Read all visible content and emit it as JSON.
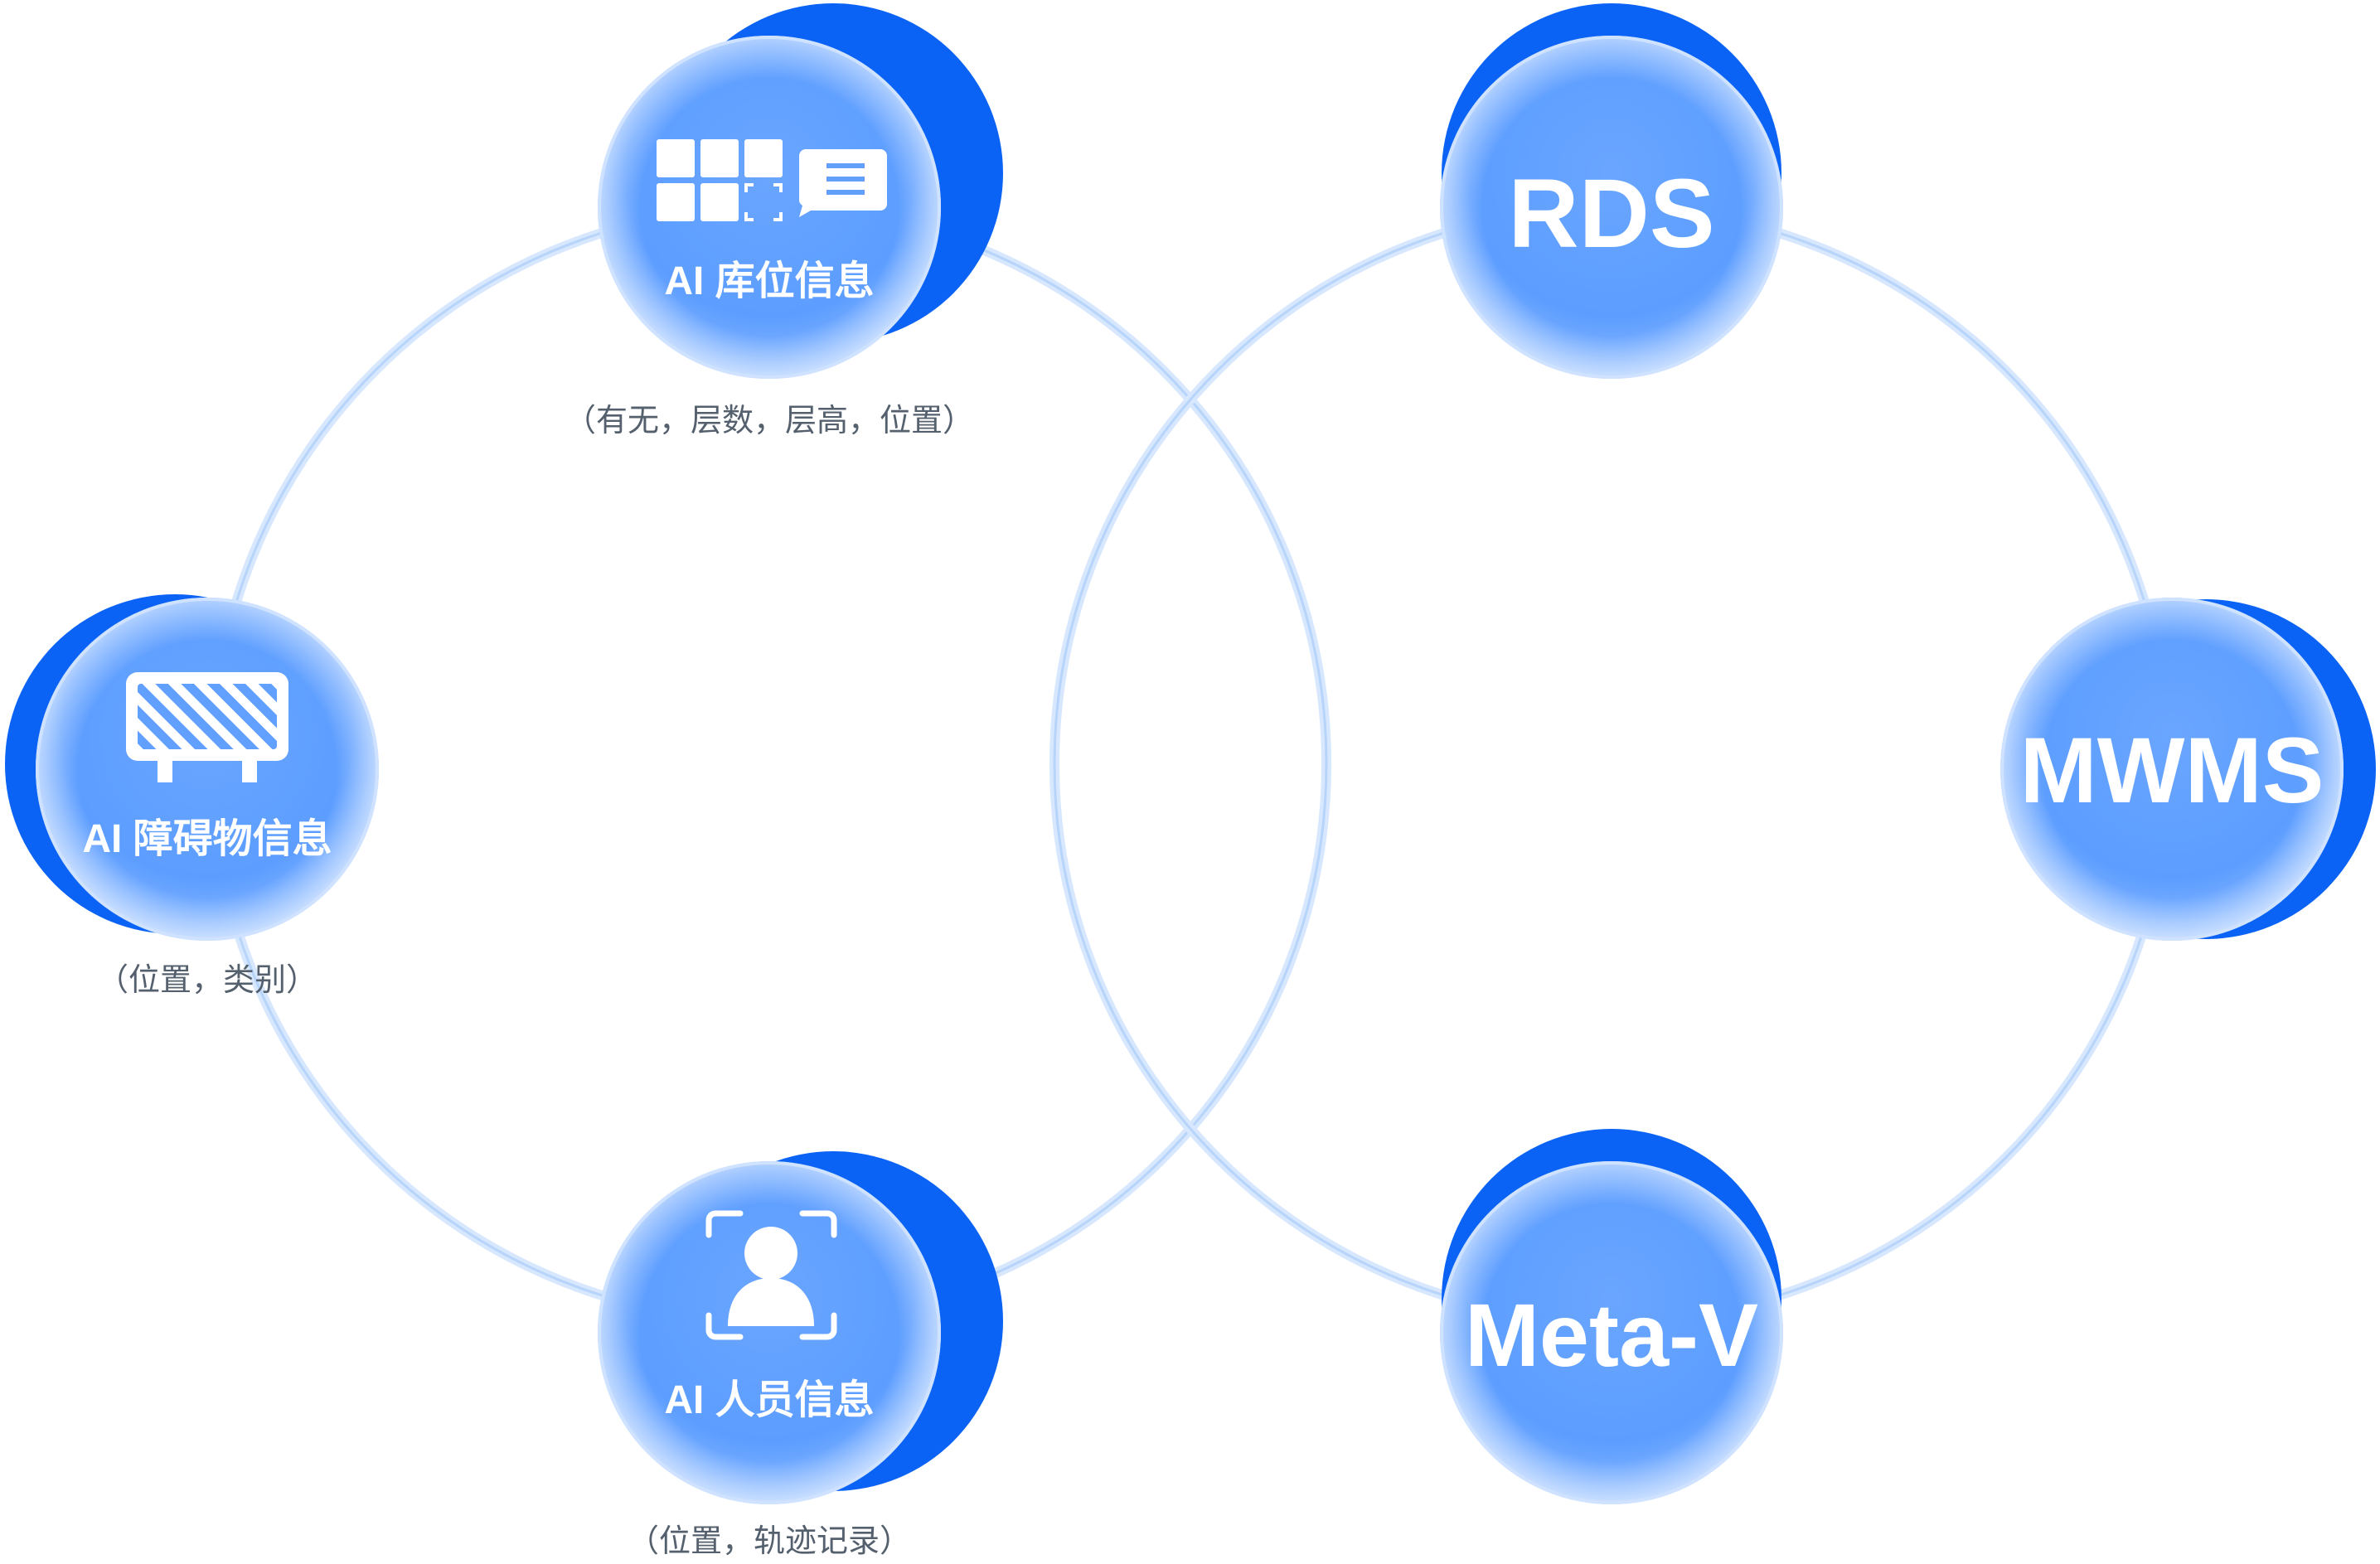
{
  "colors": {
    "ring": "#d5e6fd",
    "ring_inner": "#b9d6fb",
    "node_fill": "#61a0ff",
    "node_shadow": "#0b63f6",
    "node_rim": "#cfe2ff",
    "caption_text": "#55606e"
  },
  "left_group": {
    "storage": {
      "label": "AI 库位信息",
      "caption": "（有无，层数，层高，位置）",
      "icon": "storage-grid-icon"
    },
    "obstacle": {
      "label": "AI 障碍物信息",
      "caption": "（位置，类别）",
      "icon": "barrier-icon"
    },
    "person": {
      "label": "AI 人员信息",
      "caption": "（位置，轨迹记录）",
      "icon": "person-scan-icon"
    }
  },
  "right_group": {
    "rds": {
      "label": "RDS"
    },
    "mwms": {
      "label": "MWMS"
    },
    "metav": {
      "label": "Meta-V"
    }
  }
}
